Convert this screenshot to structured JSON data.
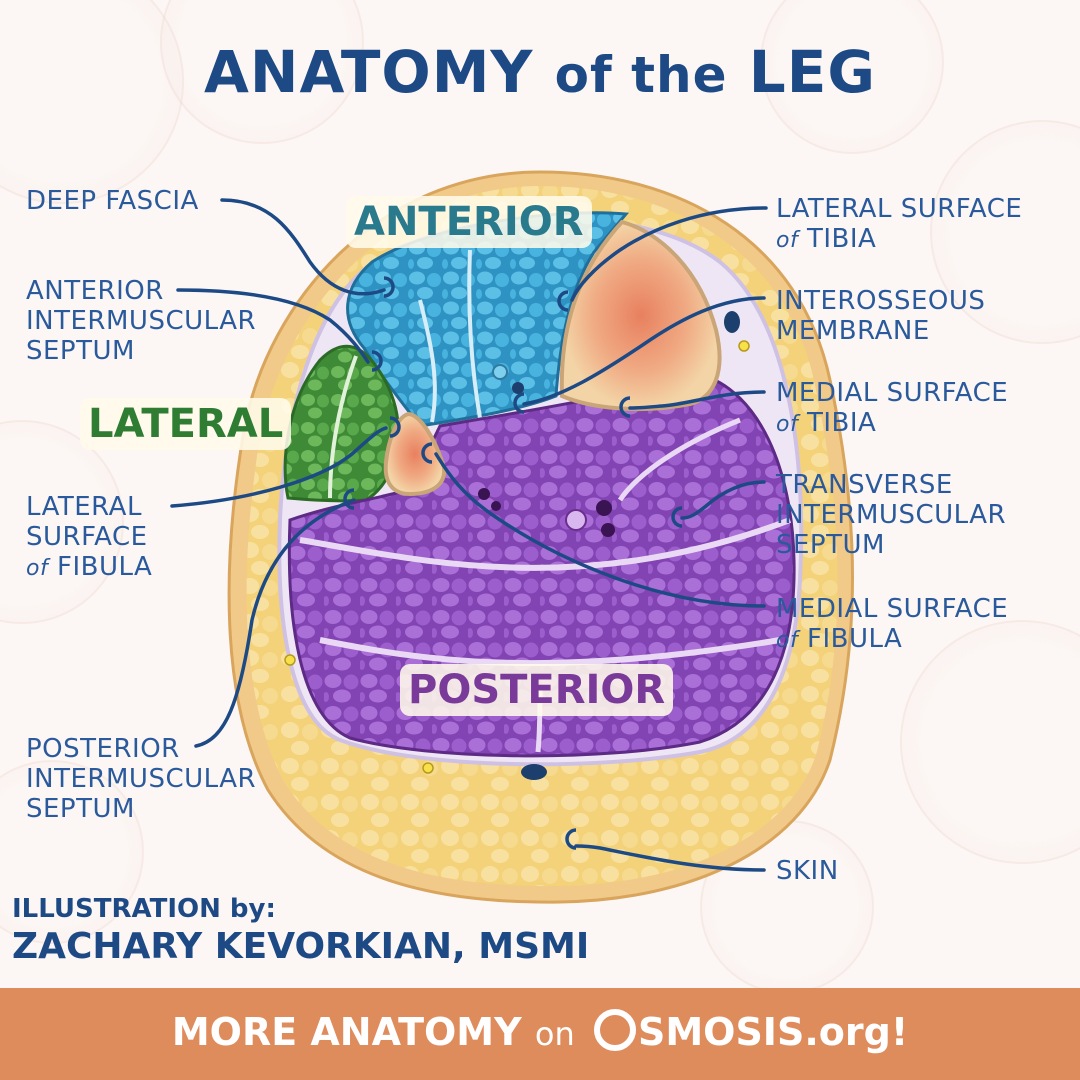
{
  "title": {
    "main": "ANATOMY",
    "of_the": "of the",
    "region": "LEG"
  },
  "compartments": {
    "anterior": "ANTERIOR",
    "lateral": "LATERAL",
    "posterior": "POSTERIOR"
  },
  "labels": {
    "deep_fascia": "DEEP FASCIA",
    "anterior_septum": [
      "ANTERIOR",
      "INTERMUSCULAR",
      "SEPTUM"
    ],
    "lateral_surface_fibula": [
      "LATERAL",
      "SURFACE"
    ],
    "lateral_surface_fibula_of": "of",
    "lateral_surface_fibula_bone": "FIBULA",
    "posterior_septum": [
      "POSTERIOR",
      "INTERMUSCULAR",
      "SEPTUM"
    ],
    "lateral_surface_tibia": "LATERAL SURFACE",
    "lateral_surface_tibia_of": "of",
    "lateral_surface_tibia_bone": "TIBIA",
    "interosseous": [
      "INTEROSSEOUS",
      "MEMBRANE"
    ],
    "medial_surface_tibia": "MEDIAL SURFACE",
    "medial_surface_tibia_of": "of",
    "medial_surface_tibia_bone": "TIBIA",
    "transverse_septum": [
      "TRANSVERSE",
      "INTERMUSCULAR",
      "SEPTUM"
    ],
    "medial_surface_fibula": "MEDIAL SURFACE",
    "medial_surface_fibula_of": "of",
    "medial_surface_fibula_bone": "FIBULA",
    "skin": "SKIN"
  },
  "credit": {
    "line1": "ILLUSTRATION by:",
    "line2": "ZACHARY KEVORKIAN, MSMI"
  },
  "footer": {
    "more": "MORE ANATOMY",
    "on": "on",
    "brand": "SMOSIS.org",
    "bang": "!"
  },
  "colors": {
    "title": "#1d4a85",
    "label": "#2a5a9c",
    "anterior": "#2a7a8e",
    "lateral": "#2e7d32",
    "posterior": "#7a3a99",
    "footer_bg": "#df8c5d",
    "anterior_muscle": "#3ea8d2",
    "lateral_muscle": "#4f9a42",
    "posterior_muscle": "#9a5bc9",
    "fat": "#f5d98a",
    "bone": "#f3d4a6"
  }
}
